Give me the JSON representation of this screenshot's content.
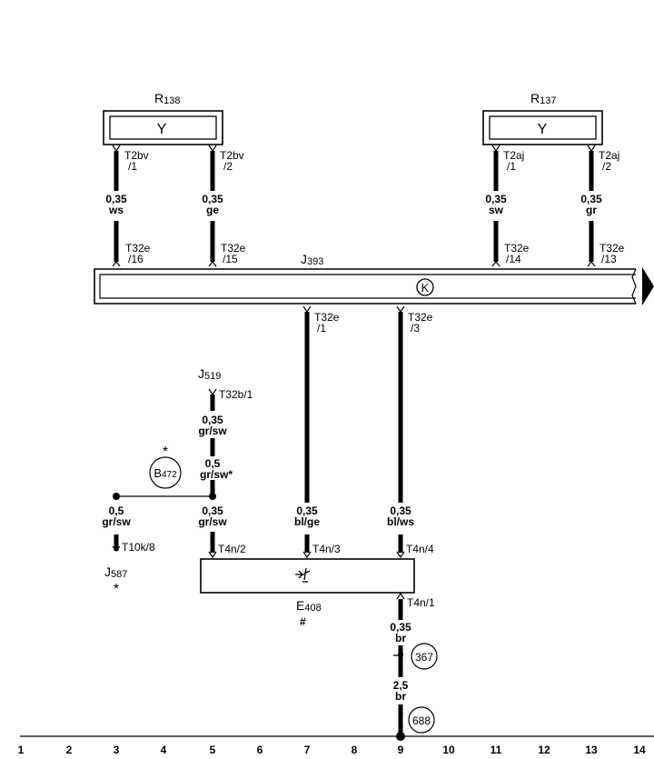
{
  "components": {
    "r138": {
      "name": "R",
      "index": "138",
      "symbol": "Y"
    },
    "r137": {
      "name": "R",
      "index": "137",
      "symbol": "Y"
    },
    "j393": {
      "name": "J",
      "index": "393",
      "symbol": "K"
    },
    "j519": {
      "name": "J",
      "index": "519"
    },
    "j587": {
      "name": "J",
      "index": "587",
      "mark": "*"
    },
    "b472": {
      "name": "B",
      "index": "472",
      "mark": "*"
    },
    "e408": {
      "name": "E",
      "index": "408",
      "mark": "#"
    },
    "g367": {
      "label": "367"
    },
    "g688": {
      "label": "688"
    }
  },
  "pins": {
    "t2bv1": [
      "T2bv",
      "/1"
    ],
    "t2bv2": [
      "T2bv",
      "/2"
    ],
    "t2aj1": [
      "T2aj",
      "/1"
    ],
    "t2aj2": [
      "T2aj",
      "/2"
    ],
    "t32e16": [
      "T32e",
      "/16"
    ],
    "t32e15": [
      "T32e",
      "/15"
    ],
    "t32e14": [
      "T32e",
      "/14"
    ],
    "t32e13": [
      "T32e",
      "/13"
    ],
    "t32e1": [
      "T32e",
      "/1"
    ],
    "t32e3": [
      "T32e",
      "/3"
    ],
    "t32b1": "T32b/1",
    "t10k8": "T10k/8",
    "t4n2": "T4n/2",
    "t4n3": "T4n/3",
    "t4n4": "T4n/4",
    "t4n1": "T4n/1"
  },
  "wires": {
    "w1": [
      "0,35",
      "ws"
    ],
    "w2": [
      "0,35",
      "ge"
    ],
    "w3": [
      "0,35",
      "sw"
    ],
    "w4": [
      "0,35",
      "gr"
    ],
    "w5": [
      "0,35",
      "gr/sw"
    ],
    "w6": [
      "0,5",
      "gr/sw*"
    ],
    "w7": [
      "0,5",
      "gr/sw"
    ],
    "w8": [
      "0,35",
      "gr/sw"
    ],
    "w9": [
      "0,35",
      "bl/ge"
    ],
    "w10": [
      "0,35",
      "bl/ws"
    ],
    "w11": [
      "0,35",
      "br"
    ],
    "w12": [
      "2,5",
      "br"
    ]
  },
  "grid_numbers": [
    "1",
    "2",
    "3",
    "4",
    "5",
    "6",
    "7",
    "8",
    "9",
    "10",
    "11",
    "12",
    "13",
    "14"
  ],
  "icons": {
    "switch": "rocker-switch-icon",
    "can": "can-bus-k-icon",
    "arrow": "continuation-arrow-icon",
    "heater": "heater-element-icon"
  }
}
